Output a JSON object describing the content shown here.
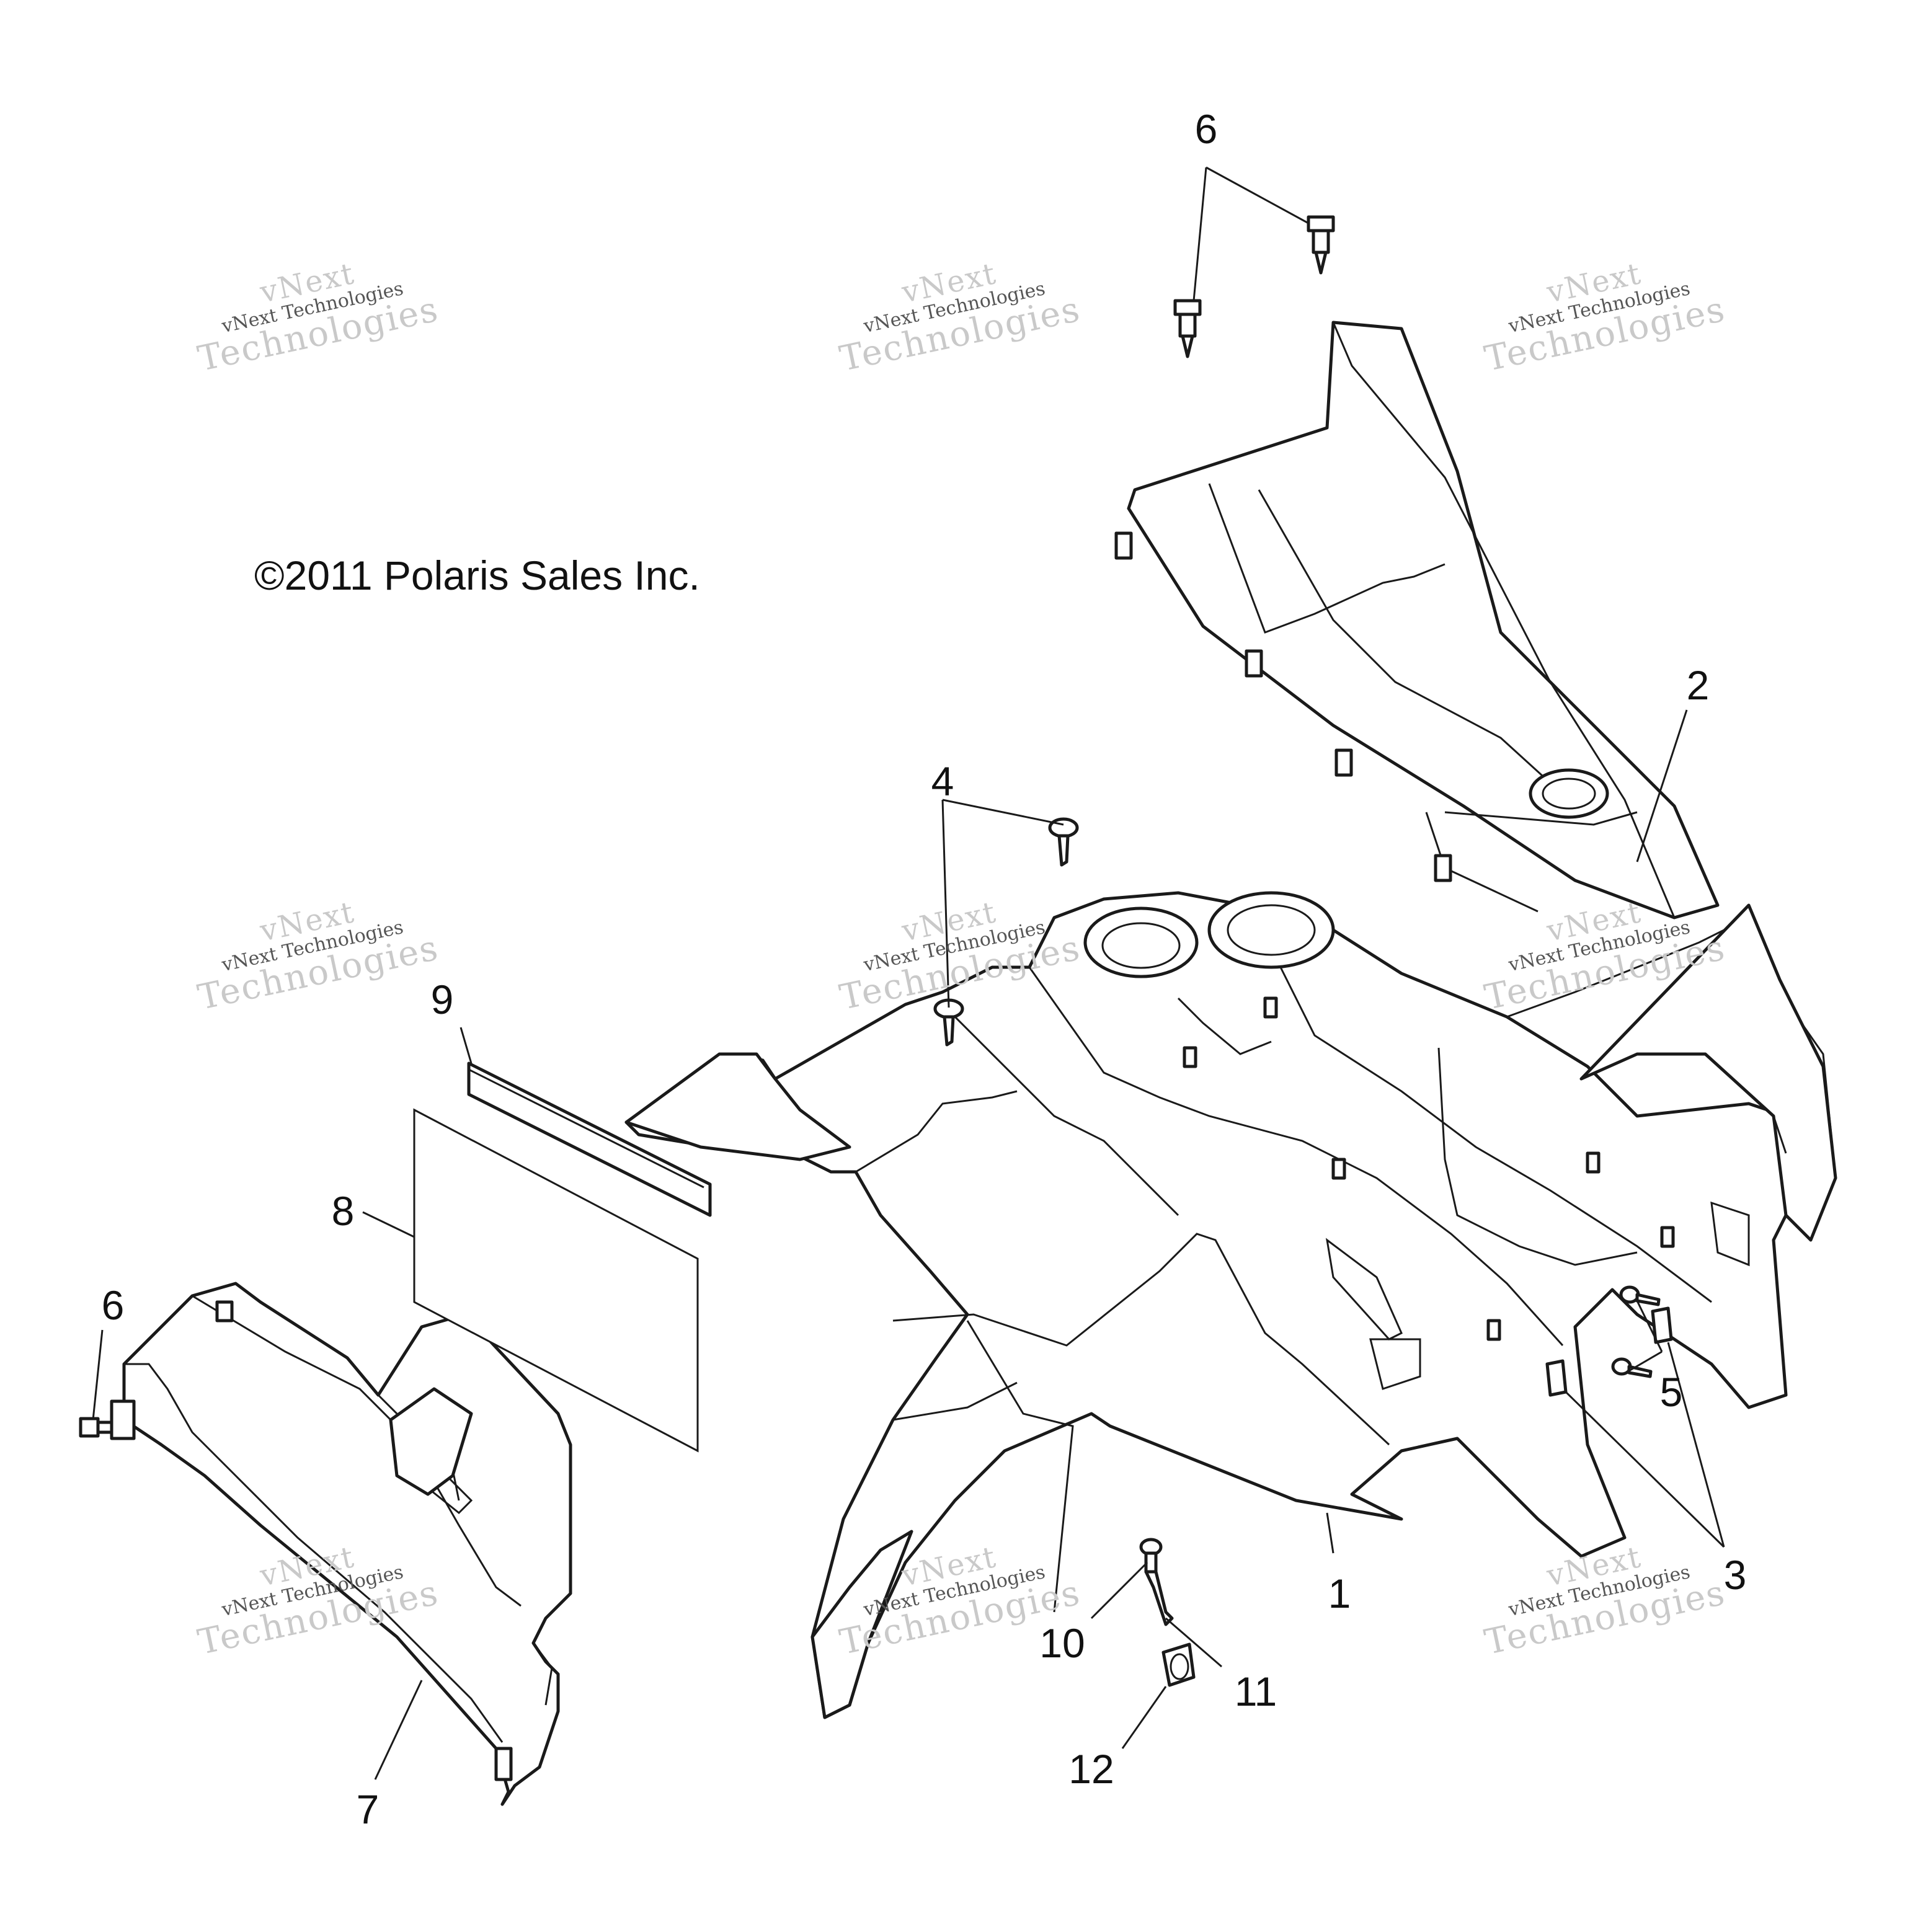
{
  "diagram": {
    "copyright": "©2011 Polaris Sales Inc.",
    "watermark": {
      "line1": "vNext",
      "line2": "vNext Technologies",
      "line3": "Technologies"
    },
    "callouts": {
      "c1": "1",
      "c2": "2",
      "c3": "3",
      "c4": "4",
      "c5": "5",
      "c6_top": "6",
      "c6_left": "6",
      "c7": "7",
      "c8": "8",
      "c9": "9",
      "c10": "10",
      "c11": "11",
      "c12": "12"
    }
  }
}
